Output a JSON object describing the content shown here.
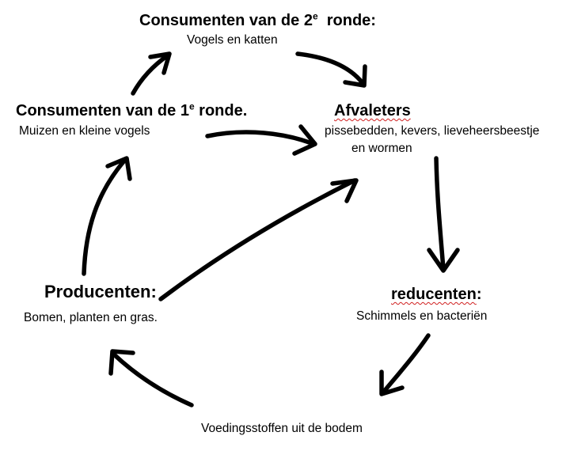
{
  "nodes": {
    "consumers_2": {
      "title_before": "Consumenten van de 2",
      "title_sup": "e",
      "title_after": "  ronde:",
      "description": "Vogels en katten"
    },
    "consumers_1": {
      "title_before": "Consumenten van de 1",
      "title_sup": "e",
      "title_after": " ronde.",
      "description": "Muizen en kleine vogels"
    },
    "decomposers": {
      "title": "Afvaleters",
      "description_line1": "pissebedden, kevers, lieveheersbeestje",
      "description_line2": "en wormen"
    },
    "producers": {
      "title": "Producenten",
      "title_colon": ":",
      "description": "Bomen, planten en gras."
    },
    "reducers": {
      "title": "reducenten",
      "title_colon": ":",
      "description": "Schimmels en bacteriën"
    },
    "nutrients": {
      "label": "Voedingsstoffen uit de bodem"
    }
  },
  "colors": {
    "ink": "#000000",
    "spellcheck_underline": "#d02020",
    "background": "#ffffff"
  }
}
